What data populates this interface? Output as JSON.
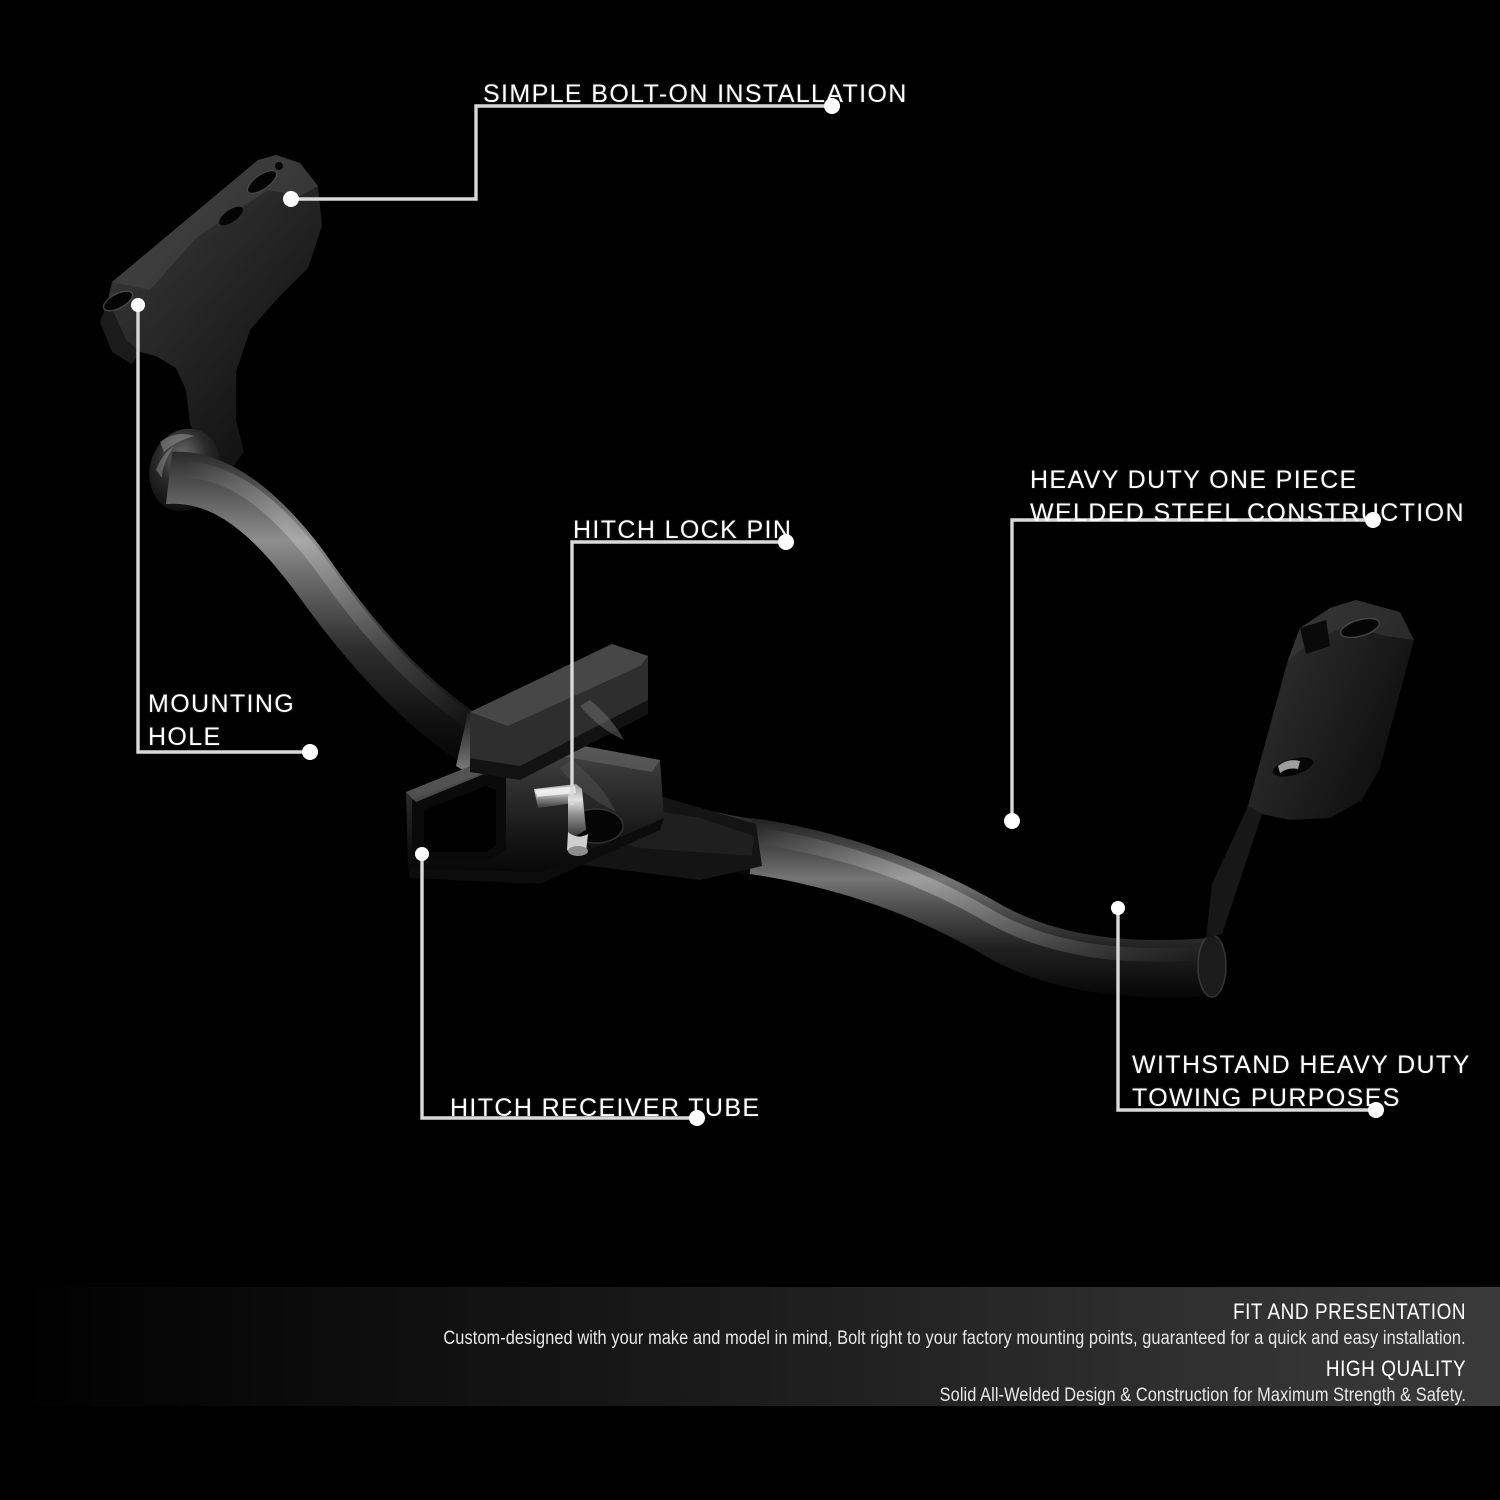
{
  "background_color": "#000000",
  "line_color": "#d9d9d9",
  "text_color": "#ffffff",
  "product": {
    "name": "trailer-hitch-receiver",
    "finish": "black powder coated steel"
  },
  "callouts": [
    {
      "id": "simple-bolt-on",
      "text": "SIMPLE BOLT-ON INSTALLATION"
    },
    {
      "id": "mounting-hole",
      "text": "MOUNTING\nHOLE"
    },
    {
      "id": "hitch-lock-pin",
      "text": "HITCH LOCK PIN"
    },
    {
      "id": "heavy-duty-welded",
      "text": "HEAVY DUTY ONE PIECE\nWELDED STEEL CONSTRUCTION"
    },
    {
      "id": "hitch-receiver-tube",
      "text": "HITCH RECEIVER TUBE"
    },
    {
      "id": "withstand-towing",
      "text": "WITHSTAND HEAVY DUTY\nTOWING PURPOSES"
    }
  ],
  "footer": {
    "blocks": [
      {
        "heading": "FIT AND PRESENTATION",
        "body": "Custom-designed with your make and model in mind, Bolt right to your factory mounting points, guaranteed for a quick and easy installation."
      },
      {
        "heading": "HIGH QUALITY",
        "body": "Solid All-Welded Design & Construction for Maximum Strength & Safety."
      }
    ]
  }
}
